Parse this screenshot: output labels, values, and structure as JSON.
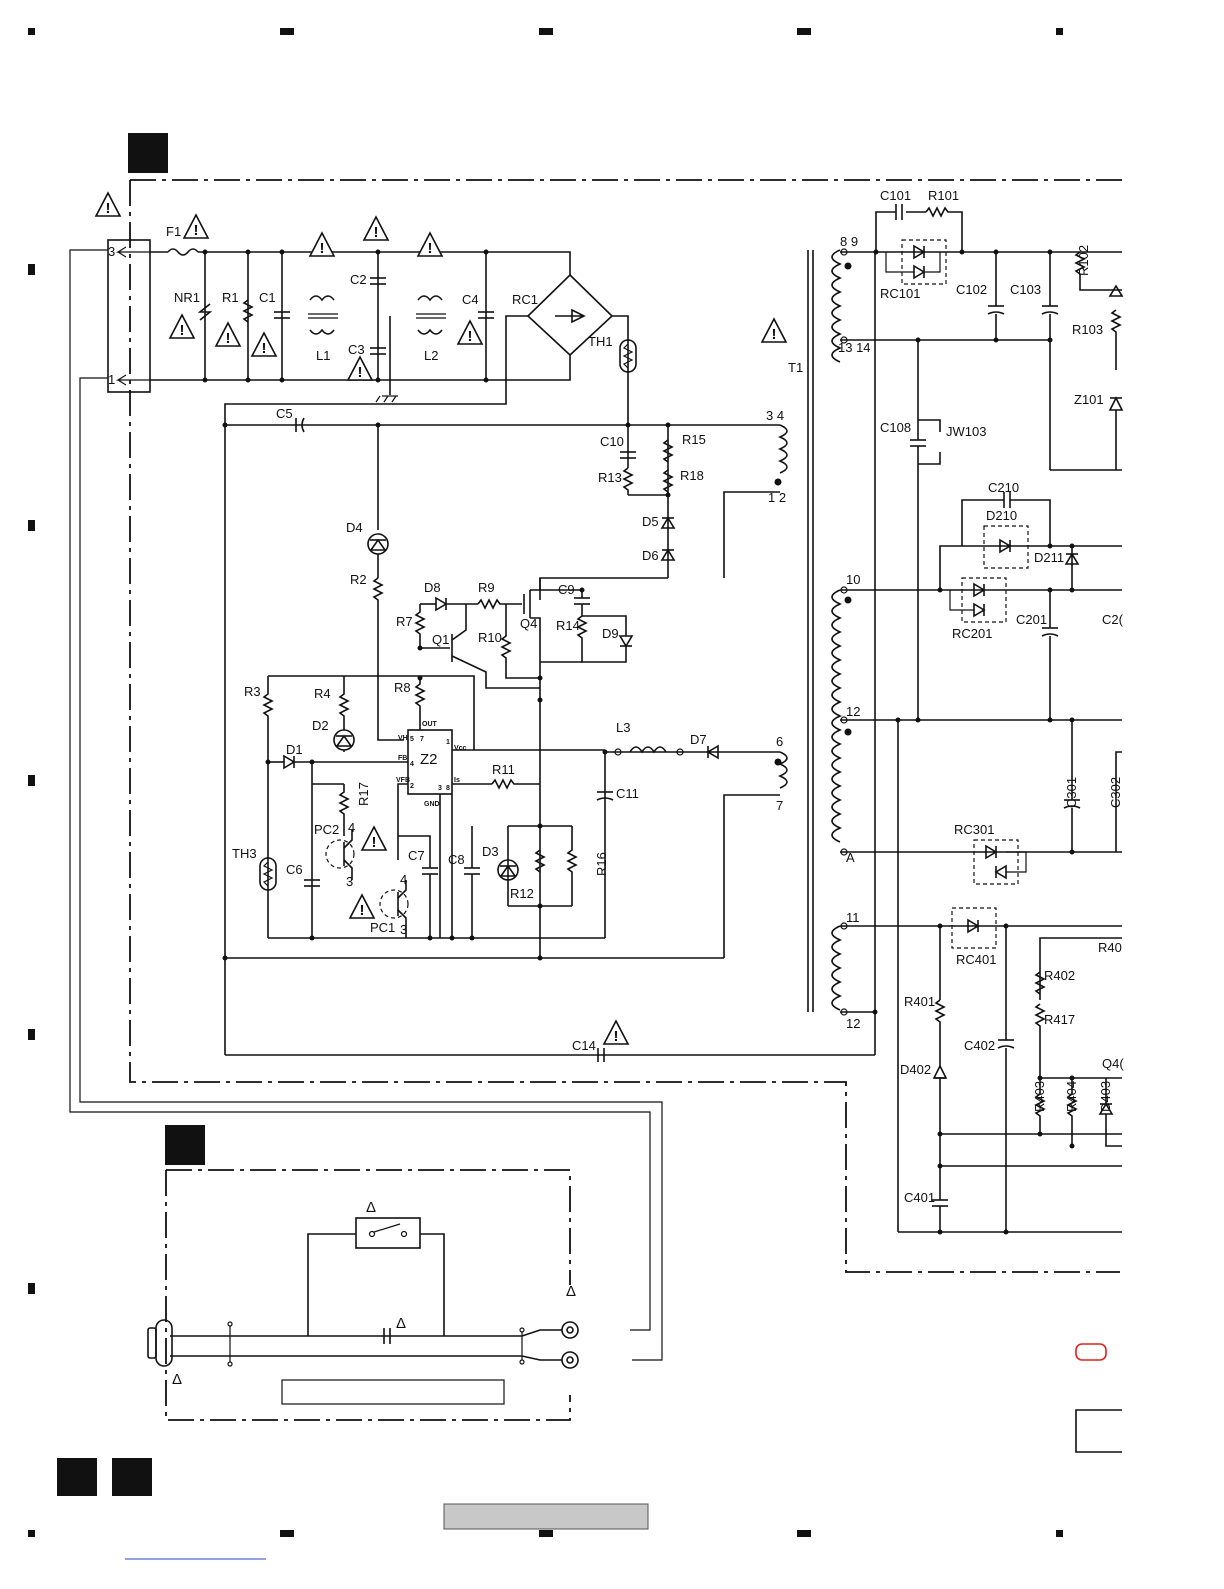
{
  "components": {
    "F1": "F1",
    "NR1": "NR1",
    "R1": "R1",
    "C1": "C1",
    "C2": "C2",
    "C3": "C3",
    "C4": "C4",
    "L1": "L1",
    "L2": "L2",
    "RC1": "RC1",
    "TH1": "TH1",
    "T1": "T1",
    "C5": "C5",
    "C10": "C10",
    "R15": "R15",
    "R13": "R13",
    "R18": "R18",
    "D5": "D5",
    "D6": "D6",
    "D4": "D4",
    "R2": "R2",
    "D8": "D8",
    "R9": "R9",
    "C9": "C9",
    "R7": "R7",
    "Q1": "Q1",
    "R10": "R10",
    "Q4": "Q4",
    "R14": "R14",
    "D9": "D9",
    "R3": "R3",
    "R4": "R4",
    "R8": "R8",
    "D2": "D2",
    "Z2": "Z2",
    "D1": "D1",
    "L3": "L3",
    "D7": "D7",
    "R17": "R17",
    "R11": "R11",
    "C11": "C11",
    "PC2": "PC2",
    "C7": "C7",
    "C8": "C8",
    "D3": "D3",
    "TH3": "TH3",
    "C6": "C6",
    "R12": "R12",
    "R16": "R16",
    "PC1": "PC1",
    "C14": "C14",
    "C101": "C101",
    "R101": "R101",
    "RC101": "RC101",
    "C102": "C102",
    "C103": "C103",
    "R102": "R102",
    "R103": "R103",
    "Z101": "Z101",
    "C108": "C108",
    "JW103": "JW103",
    "C210": "C210",
    "D210": "D210",
    "D211": "D211",
    "RC201": "RC201",
    "C201": "C201",
    "C2x": "C2(",
    "RC301": "RC301",
    "C301": "C301",
    "C302": "C302",
    "RC401": "RC401",
    "R40x": "R40",
    "R402": "R402",
    "R401": "R401",
    "R417": "R417",
    "C402": "C402",
    "D402": "D402",
    "Q4x": "Q4(",
    "R403": "R403",
    "R404": "R404",
    "D403": "D403",
    "C401": "C401"
  },
  "pins": {
    "conn_3": "3",
    "conn_1": "1",
    "t1_89": "8 9",
    "t1_1314": "13 14",
    "t1_34": "3 4",
    "t1_12": "1 2",
    "t1_10": "10",
    "t1_12b": "12",
    "t1_6": "6",
    "t1_7": "7",
    "t1_A": "A",
    "t1_11": "11",
    "t1_12c": "12",
    "pc2_4": "4",
    "pc2_3": "3",
    "pc1_4": "4",
    "pc1_3": "3",
    "z2_5": "5",
    "z2_out": "OUT",
    "z2_vh": "VH",
    "z2_7": "7",
    "z2_1": "1",
    "z2_vcc": "Vcc",
    "z2_fb": "FB",
    "z2_4": "4",
    "z2_vfb": "VFB",
    "z2_2": "2",
    "z2_is": "Is",
    "z2_gnd": "GND",
    "z2_3": "3",
    "z2_8": "8"
  },
  "warning_symbol": "!",
  "small_delta": "Δ"
}
